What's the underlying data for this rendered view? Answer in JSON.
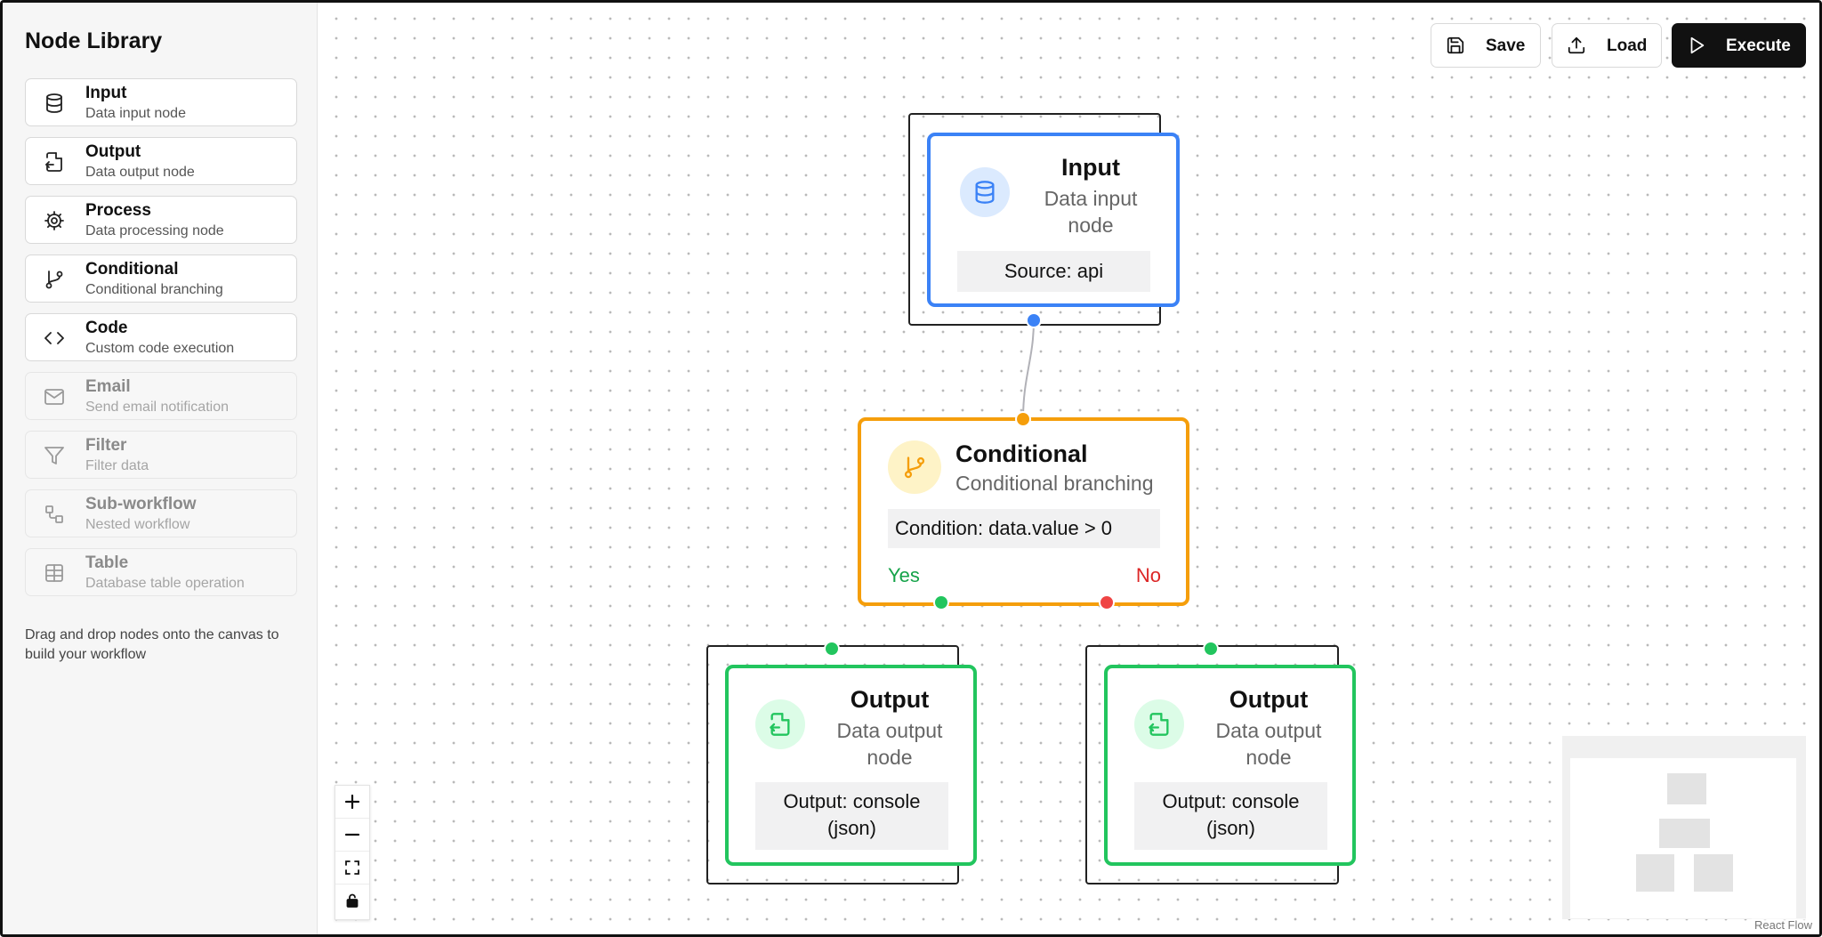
{
  "sidebar": {
    "title": "Node Library",
    "items": [
      {
        "label": "Input",
        "description": "Data input node",
        "icon": "database-icon",
        "enabled": true
      },
      {
        "label": "Output",
        "description": "Data output node",
        "icon": "file-output-icon",
        "enabled": true
      },
      {
        "label": "Process",
        "description": "Data processing node",
        "icon": "gear-icon",
        "enabled": true
      },
      {
        "label": "Conditional",
        "description": "Conditional branching",
        "icon": "git-branch-icon",
        "enabled": true
      },
      {
        "label": "Code",
        "description": "Custom code execution",
        "icon": "code-icon",
        "enabled": true
      },
      {
        "label": "Email",
        "description": "Send email notification",
        "icon": "mail-icon",
        "enabled": false
      },
      {
        "label": "Filter",
        "description": "Filter data",
        "icon": "filter-icon",
        "enabled": false
      },
      {
        "label": "Sub-workflow",
        "description": "Nested workflow",
        "icon": "workflow-icon",
        "enabled": false
      },
      {
        "label": "Table",
        "description": "Database table operation",
        "icon": "table-icon",
        "enabled": false
      }
    ],
    "hint": "Drag and drop nodes onto the canvas to build your workflow"
  },
  "toolbar": {
    "save_label": "Save",
    "load_label": "Load",
    "execute_label": "Execute"
  },
  "nodes": {
    "input": {
      "title": "Input",
      "subtitle": "Data input node",
      "detail": "Source: api",
      "color": "#3b82f6"
    },
    "conditional": {
      "title": "Conditional",
      "subtitle": "Conditional branching",
      "detail": "Condition: data.value > 0",
      "yes_label": "Yes",
      "no_label": "No",
      "color": "#f59e0b"
    },
    "output_yes": {
      "title": "Output",
      "subtitle": "Data output node",
      "detail": "Output: console (json)",
      "color": "#22c55e"
    },
    "output_no": {
      "title": "Output",
      "subtitle": "Data output node",
      "detail": "Output: console (json)",
      "color": "#22c55e"
    }
  },
  "colors": {
    "yes": "#16a34a",
    "no": "#dc2626"
  },
  "attribution": "React Flow"
}
